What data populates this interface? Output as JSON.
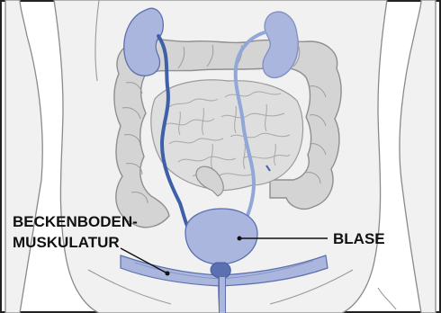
{
  "labels": {
    "pelvic_floor_line1": "BECKENBODEN-",
    "pelvic_floor_line2": "MUSKULATUR",
    "bladder": "BLASE"
  },
  "colors": {
    "body_outline": "#8a8a8a",
    "body_fill": "#f1f1f1",
    "intestine_fill": "#d4d4d4",
    "intestine_stroke": "#8f8f8f",
    "organ_fill": "#aab6dd",
    "organ_stroke": "#5c6fae",
    "ureter_left": "#3f5fa8",
    "ureter_right": "#92a6d8",
    "leader_line": "#111111"
  }
}
